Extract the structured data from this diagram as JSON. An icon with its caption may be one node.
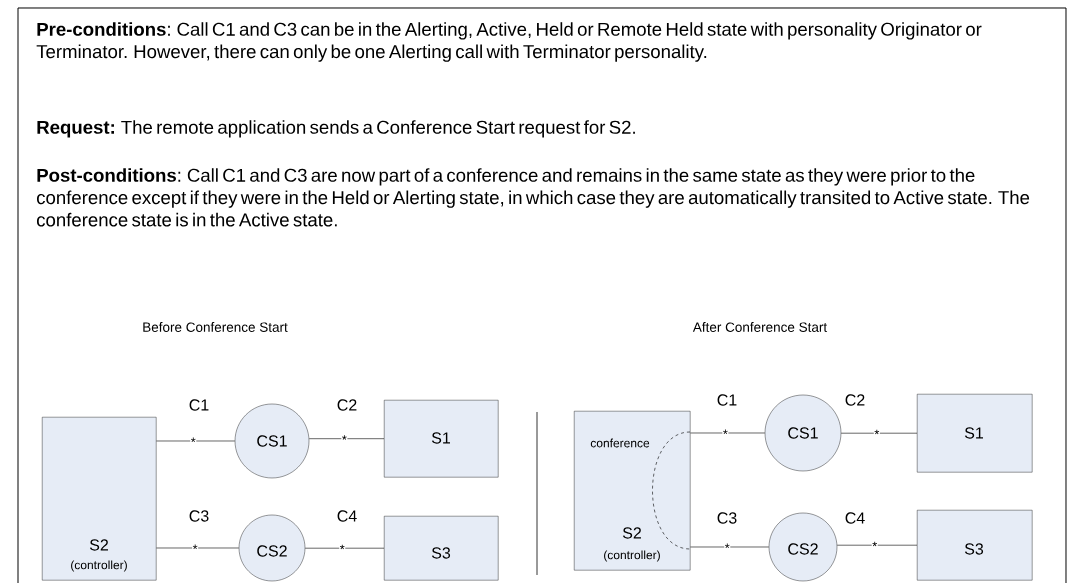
{
  "diagram": {
    "nodes": [
      {
        "text": [
          "S2",
          "(controller)"
        ]
      },
      {
        "text": [
          "CS1"
        ]
      },
      {
        "text": [
          "S1"
        ]
      },
      {
        "text": [
          "CS2"
        ]
      },
      {
        "text": [
          "S3"
        ]
      },
      {
        "text": [
          "conference",
          "S2",
          "(controller)"
        ]
      },
      {
        "text": [
          "CS1"
        ]
      },
      {
        "text": [
          "S1"
        ]
      },
      {
        "text": [
          "CS2"
        ]
      },
      {
        "text": [
          "S3"
        ]
      }
    ],
    "edges": [
      {
        "from": 0,
        "to": 1,
        "arrow": "none",
        "label": "*"
      },
      {
        "from": 1,
        "to": 2,
        "arrow": "none",
        "label": "*"
      },
      {
        "from": 0,
        "to": 3,
        "arrow": "none",
        "label": "*"
      },
      {
        "from": 3,
        "to": 4,
        "arrow": "none",
        "label": "*"
      },
      {
        "from": 5,
        "to": 6,
        "arrow": "none",
        "label": "*"
      },
      {
        "from": 6,
        "to": 7,
        "arrow": "none",
        "label": "*"
      },
      {
        "from": 5,
        "to": 8,
        "arrow": "none",
        "label": "*"
      },
      {
        "from": 8,
        "to": 9,
        "arrow": "none",
        "label": "*"
      }
    ],
    "labels": [
      "**Pre-conditions**:  Call C1 and C3 can be in the Alerting, Active, Held or Remote Held state with personality Originator or Terminator.  However, there can only be one Alerting call with Terminator personality.",
      "**Request:**  The remote application sends a Conference Start request for S2.",
      "**Post-conditions**:  Call C1 and C3 are now part of a conference and remains in the same state as they were prior to the conference except if they were in the Held or Alerting state, in which case they are automatically transited to Active state.  The conference state is in the Active state.",
      "Before Conference Start",
      "After Conference Start",
      "C1",
      "C2",
      "C1",
      "C2",
      "C3",
      "C4",
      "C3",
      "C4"
    ]
  }
}
